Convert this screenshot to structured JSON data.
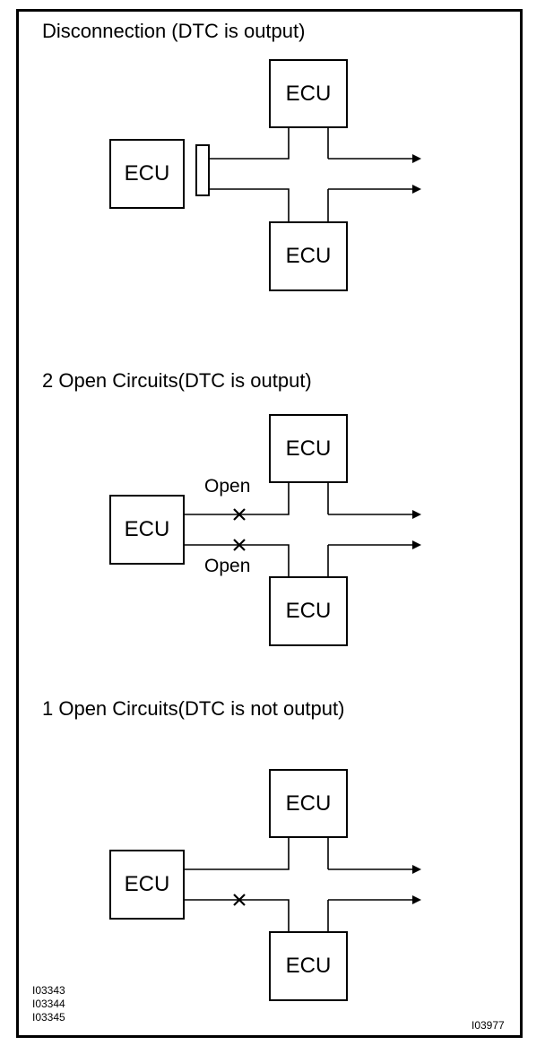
{
  "document": {
    "border_color": "#000000",
    "background": "#ffffff"
  },
  "sections": [
    {
      "id": "disconnection",
      "title": "Disconnection (DTC is output)",
      "has_connector": true,
      "open_labels": [],
      "fault_marks": 0,
      "boxes": [
        {
          "name": "top-ecu",
          "label": "ECU"
        },
        {
          "name": "left-ecu",
          "label": "ECU"
        },
        {
          "name": "bottom-ecu",
          "label": "ECU"
        }
      ]
    },
    {
      "id": "two-open-circuits",
      "title": "2 Open Circuits(DTC is output)",
      "has_connector": false,
      "open_labels": [
        "Open",
        "Open"
      ],
      "fault_marks": 2,
      "boxes": [
        {
          "name": "top-ecu",
          "label": "ECU"
        },
        {
          "name": "left-ecu",
          "label": "ECU"
        },
        {
          "name": "bottom-ecu",
          "label": "ECU"
        }
      ]
    },
    {
      "id": "one-open-circuit",
      "title": "1 Open Circuits(DTC is not output)",
      "has_connector": false,
      "open_labels": [],
      "fault_marks": 1,
      "boxes": [
        {
          "name": "top-ecu",
          "label": "ECU"
        },
        {
          "name": "left-ecu",
          "label": "ECU"
        },
        {
          "name": "bottom-ecu",
          "label": "ECU"
        }
      ]
    }
  ],
  "labels": {
    "ecu": "ECU",
    "open": "Open",
    "fault_mark": "×"
  },
  "reference_codes": {
    "left": [
      "I03343",
      "I03344",
      "I03345"
    ],
    "right": "I03977"
  }
}
